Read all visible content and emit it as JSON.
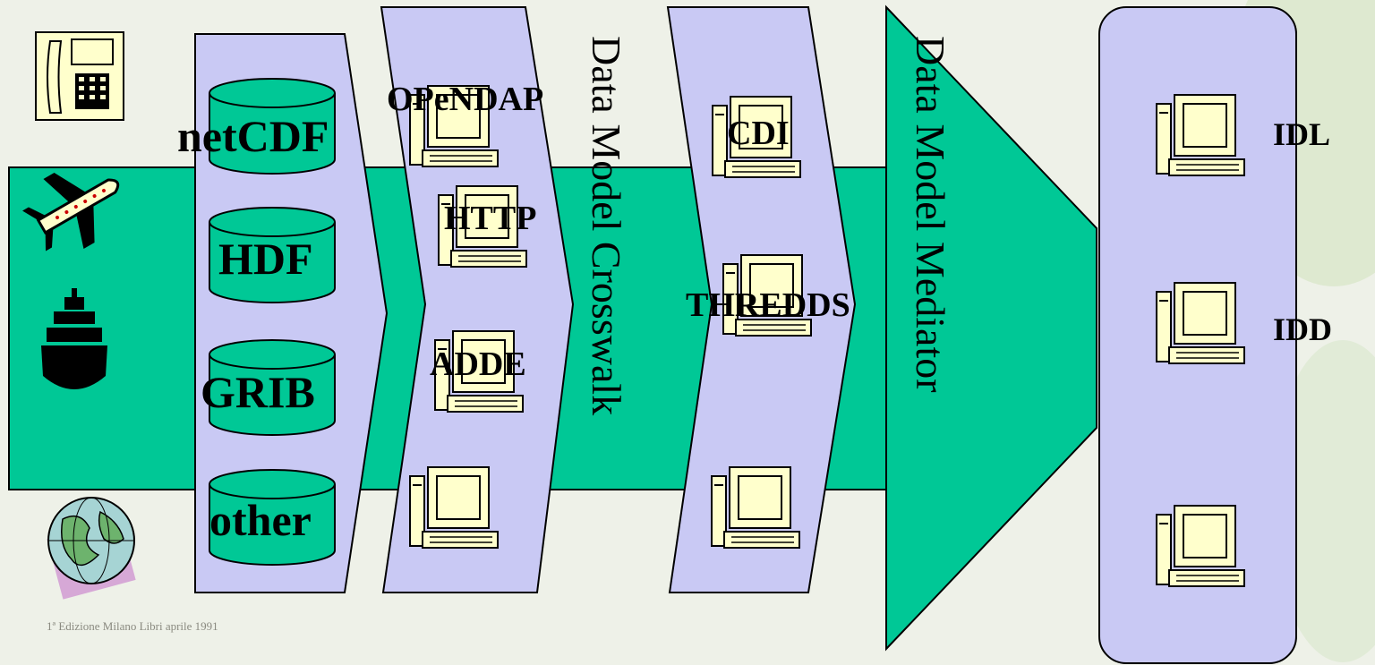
{
  "data_formats": [
    "netCDF",
    "HDF",
    "GRIB",
    "other"
  ],
  "access_protocols": [
    "OPeNDAP",
    "HTTP",
    "ADDE"
  ],
  "crosswalk_label": "Data Model Crosswalk",
  "catalog_services": [
    "CDI",
    "THREDDS"
  ],
  "mediator_label": "Data Model Mediator",
  "applications": [
    "IDL",
    "IDD"
  ],
  "caption": "1ª Edizione Milano Libri aprile 1991",
  "colors": {
    "flow_band": "#00c896",
    "stage_panel": "#c9c9f4",
    "disk": "#00c896",
    "computer": "#ffffcc"
  },
  "icons": [
    "telephone-icon",
    "airplane-icon",
    "ship-icon",
    "globe-icon"
  ]
}
